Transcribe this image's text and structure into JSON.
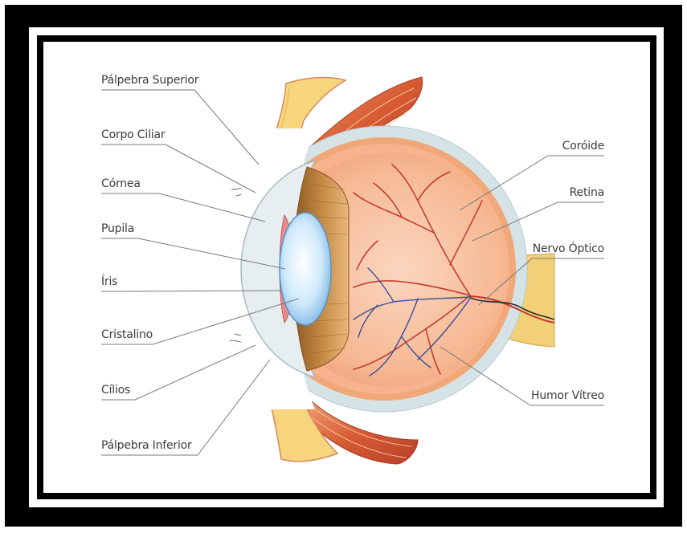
{
  "labels_left": [
    {
      "key": "palpebra_superior",
      "text": "Pálpebra Superior"
    },
    {
      "key": "corpo_ciliar",
      "text": "Corpo Ciliar"
    },
    {
      "key": "cornea",
      "text": "Córnea"
    },
    {
      "key": "pupila",
      "text": "Pupila"
    },
    {
      "key": "iris",
      "text": "Íris"
    },
    {
      "key": "cristalino",
      "text": "Cristalino"
    },
    {
      "key": "cilios",
      "text": "Cílios"
    },
    {
      "key": "palpebra_inferior",
      "text": "Pálpebra Inferior"
    }
  ],
  "labels_right": [
    {
      "key": "coroide",
      "text": "Coróide"
    },
    {
      "key": "retina",
      "text": "Retina"
    },
    {
      "key": "nervo_optico",
      "text": "Nervo Óptico"
    },
    {
      "key": "humor_vitreo",
      "text": "Humor Vítreo"
    }
  ],
  "colors": {
    "frame": "#000000",
    "sclera": "#d5e3e6",
    "choroid": "#f0a878",
    "retina": "#f6b38d",
    "vitreous": "#f7c3a6",
    "iris_band": "#b67a35",
    "lens": "#bfe3f7",
    "eyelid_fat": "#f6d57d",
    "muscle": "#d9643a",
    "vessel_red": "#c3372a",
    "vessel_blue": "#3a4d9c",
    "nerve": "#f2cf79",
    "leader": "#7a7a7a"
  }
}
